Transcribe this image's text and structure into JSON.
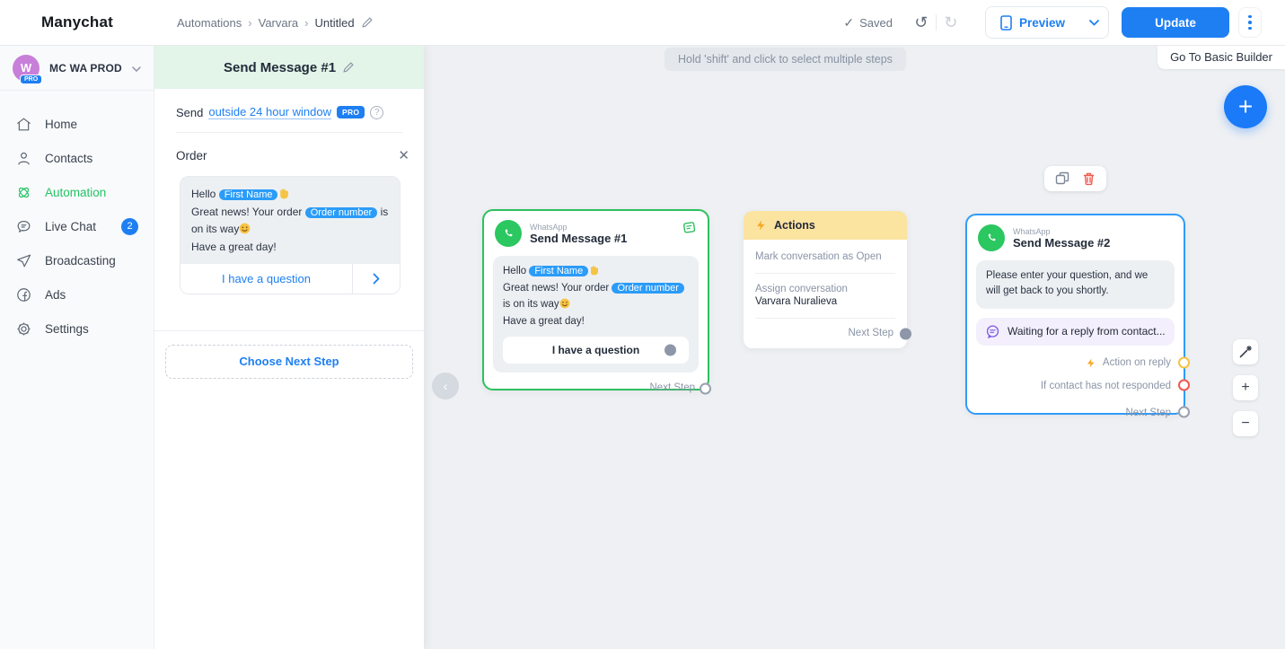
{
  "colors": {
    "accent_blue": "#1e7ff2",
    "brand_green": "#24c464",
    "whatsapp_green": "#2bc760",
    "actions_yellow": "#fbe3a0",
    "zap_orange": "#f6a723",
    "danger_red": "#f2574d",
    "waiting_purple": "#7a52e8",
    "chip_blue": "#2b9cf8"
  },
  "topbar": {
    "logo": "Manychat",
    "breadcrumb": {
      "items": [
        "Automations",
        "Varvara",
        "Untitled"
      ]
    },
    "saved_label": "Saved",
    "preview_label": "Preview",
    "update_label": "Update"
  },
  "sidebar": {
    "account_name": "MC WA PROD",
    "avatar_letter": "W",
    "avatar_badge": "PRO",
    "items": [
      {
        "label": "Home"
      },
      {
        "label": "Contacts"
      },
      {
        "label": "Automation"
      },
      {
        "label": "Live Chat",
        "badge": "2"
      },
      {
        "label": "Broadcasting"
      },
      {
        "label": "Ads"
      },
      {
        "label": "Settings"
      }
    ]
  },
  "panel": {
    "title": "Send Message #1",
    "send_prefix": "Send",
    "send_link": "outside 24 hour window",
    "pro_badge": "PRO",
    "help_glyph": "?",
    "section_title": "Order",
    "close_glyph": "✕",
    "message": {
      "greeting": "Hello",
      "first_name_chip": "First Name",
      "line2_before": "Great news! Your order",
      "order_chip": "Order number",
      "line2_after": "is on its way",
      "line3": "Have a great day!"
    },
    "reply_button": "I have a question",
    "choose_next_step": "Choose Next Step"
  },
  "canvas": {
    "hint": "Hold 'shift' and click to select multiple steps",
    "go_to_basic_builder": "Go To Basic Builder",
    "fab_glyph": "+",
    "collapse_glyph": "‹",
    "zoom_in": "+",
    "zoom_out": "−",
    "nodes": {
      "send_message_1": {
        "channel": "WhatsApp",
        "title": "Send Message #1",
        "message": {
          "greeting": "Hello",
          "first_name_chip": "First Name",
          "line2_before": "Great news! Your order",
          "order_chip": "Order number",
          "line2_after": "is on its way",
          "line3": "Have a great day!"
        },
        "reply_button": "I have a question",
        "next_step": "Next Step"
      },
      "actions": {
        "title": "Actions",
        "row1": "Mark conversation as Open",
        "assign_label": "Assign conversation",
        "assign_value": "Varvara Nuralieva",
        "next_step": "Next Step"
      },
      "send_message_2": {
        "channel": "WhatsApp",
        "title": "Send Message #2",
        "message": "Please enter your question, and we will get back to you shortly.",
        "waiting": "Waiting for a reply from contact...",
        "action_on_reply": "Action on reply",
        "not_responded": "If contact has not responded",
        "next_step": "Next Step"
      }
    }
  }
}
